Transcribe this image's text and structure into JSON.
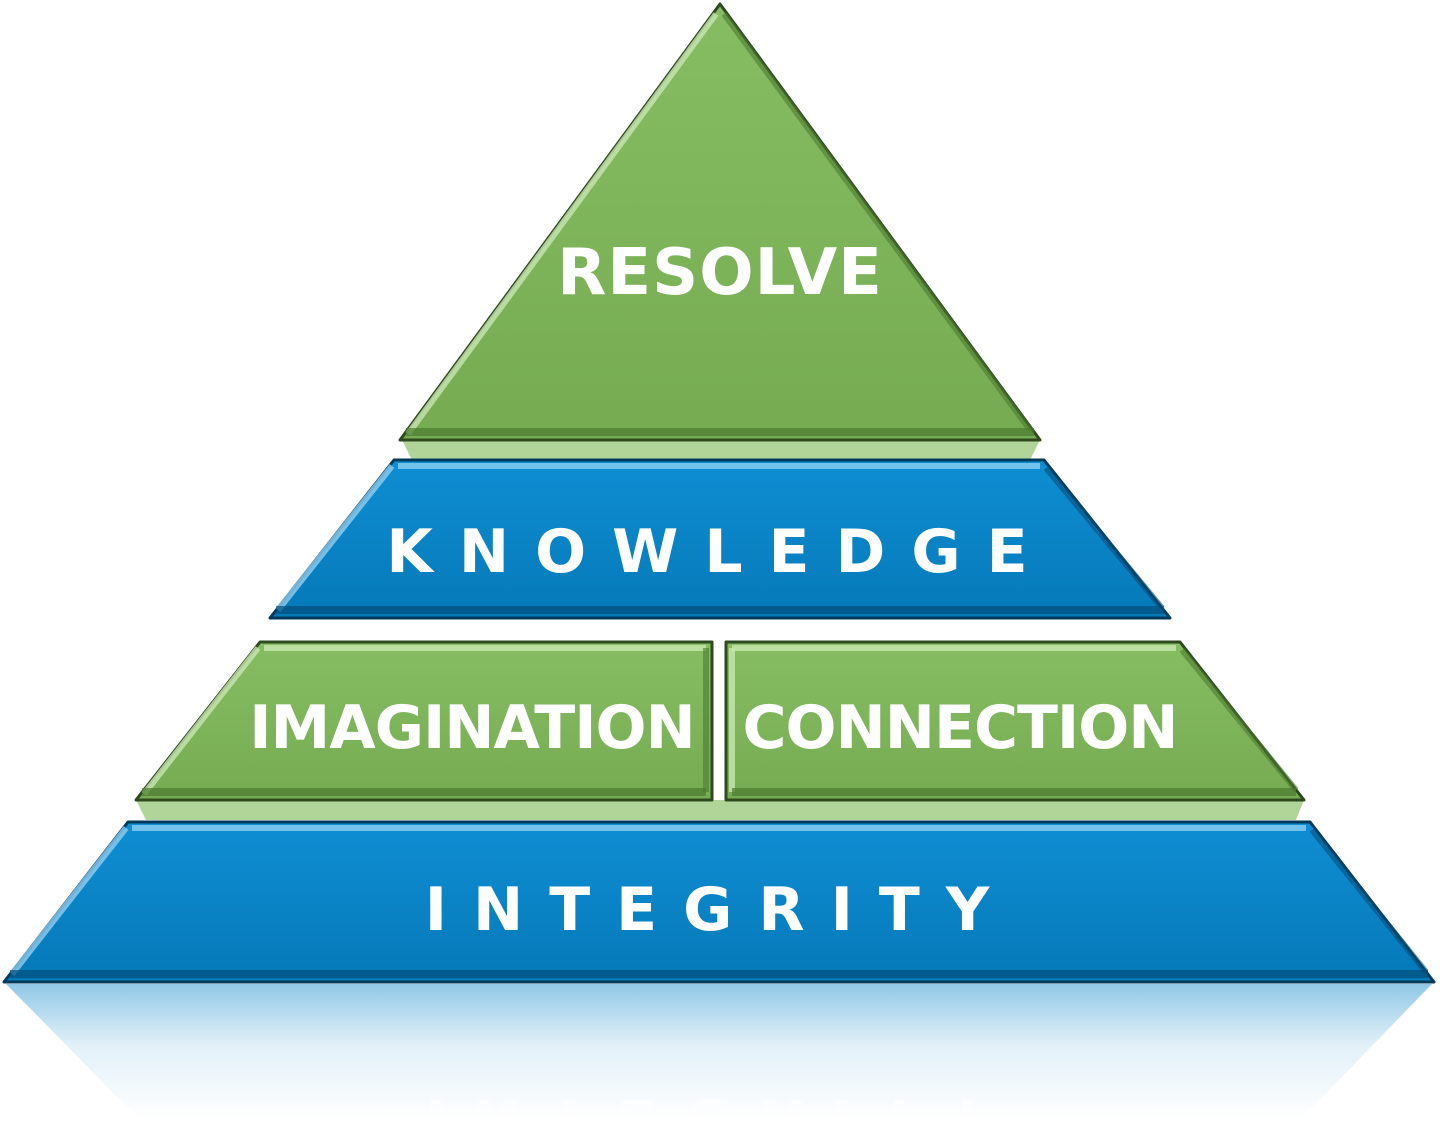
{
  "colors": {
    "green": "#7db35a",
    "green_dark": "#4f7d33",
    "green_light": "#b9dca0",
    "blue": "#0a85c8",
    "blue_dark": "#045e8f",
    "blue_light": "#7fc6ec",
    "label": "#ffffff"
  },
  "tiers": {
    "top": {
      "label": "RESOLVE"
    },
    "second": {
      "label": "KNOWLEDGE"
    },
    "third_left": {
      "label": "IMAGINATION"
    },
    "third_right": {
      "label": "CONNECTION"
    },
    "base": {
      "label": "INTEGRITY"
    }
  }
}
